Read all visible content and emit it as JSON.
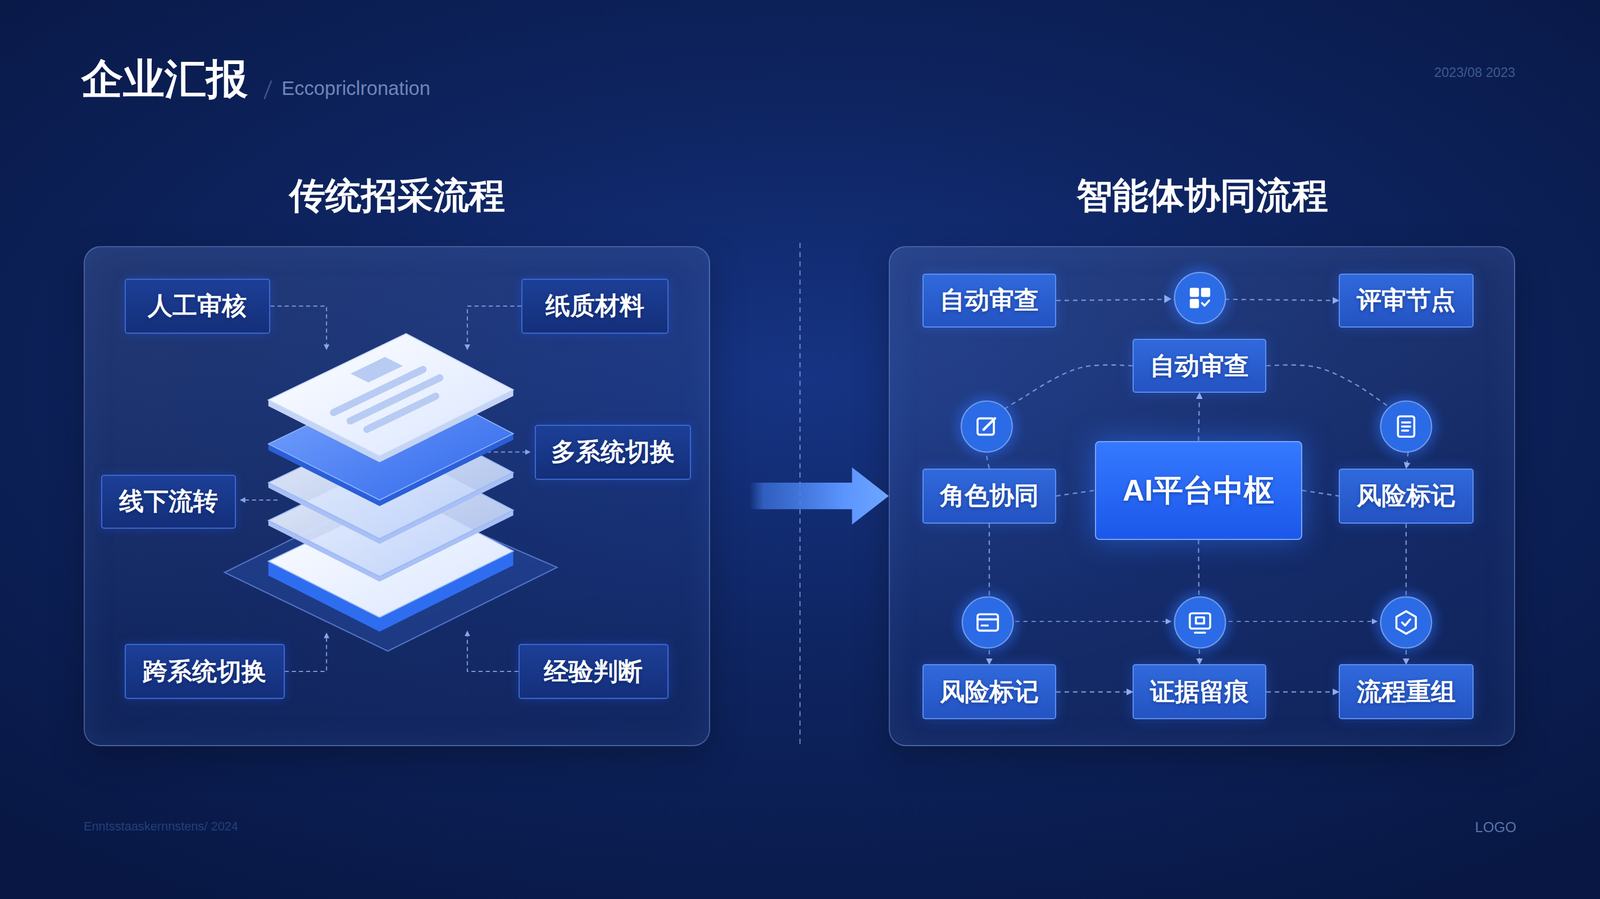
{
  "diagram": {
    "title": "企业汇报",
    "nodes": [
      {
        "text": [
          "传统招采流程"
        ]
      },
      {
        "text": [
          "人工审核"
        ],
        "in": 0
      },
      {
        "text": [
          "纸质材料"
        ],
        "in": 0
      },
      {
        "text": [
          "多系统切换"
        ],
        "in": 0
      },
      {
        "text": [
          "线下流转"
        ],
        "in": 0
      },
      {
        "text": [
          "跨系统切换"
        ],
        "in": 0
      },
      {
        "text": [
          "经验判断"
        ],
        "in": 0
      },
      {
        "text": [
          "智能体协同流程"
        ]
      },
      {
        "text": [
          "自动审查"
        ],
        "in": 7
      },
      {
        "text": [
          "评审节点"
        ],
        "in": 7
      },
      {
        "text": [
          "自动审查"
        ],
        "in": 7
      },
      {
        "text": [
          "角色协同"
        ],
        "in": 7
      },
      {
        "text": [
          "AI平台中枢"
        ],
        "in": 7
      },
      {
        "text": [
          "风险标记"
        ],
        "in": 7
      },
      {
        "text": [
          "风险标记"
        ],
        "in": 7
      },
      {
        "text": [
          "证据留痕"
        ],
        "in": 7
      },
      {
        "text": [
          "流程重组"
        ],
        "in": 7
      }
    ],
    "edges": [
      {
        "from": 0,
        "to": 7,
        "arrow": "to"
      },
      {
        "from": 8,
        "to": 9,
        "arrow": "to"
      },
      {
        "from": 12,
        "to": 10,
        "arrow": "to"
      },
      {
        "from": 10,
        "to": 11,
        "arrow": "none"
      },
      {
        "from": 10,
        "to": 13,
        "arrow": "to"
      },
      {
        "from": 11,
        "to": 12,
        "arrow": "none"
      },
      {
        "from": 12,
        "to": 13,
        "arrow": "none"
      },
      {
        "from": 11,
        "to": 14,
        "arrow": "to"
      },
      {
        "from": 13,
        "to": 16,
        "arrow": "to"
      },
      {
        "from": 12,
        "to": 15,
        "arrow": "to"
      },
      {
        "from": 14,
        "to": 15,
        "arrow": "to"
      },
      {
        "from": 15,
        "to": 16,
        "arrow": "to"
      }
    ],
    "labels": [
      "Eccopriclronation",
      "2023/08 2023",
      "Enntsstaaskernnstens/ 2024",
      "LOGO"
    ]
  }
}
